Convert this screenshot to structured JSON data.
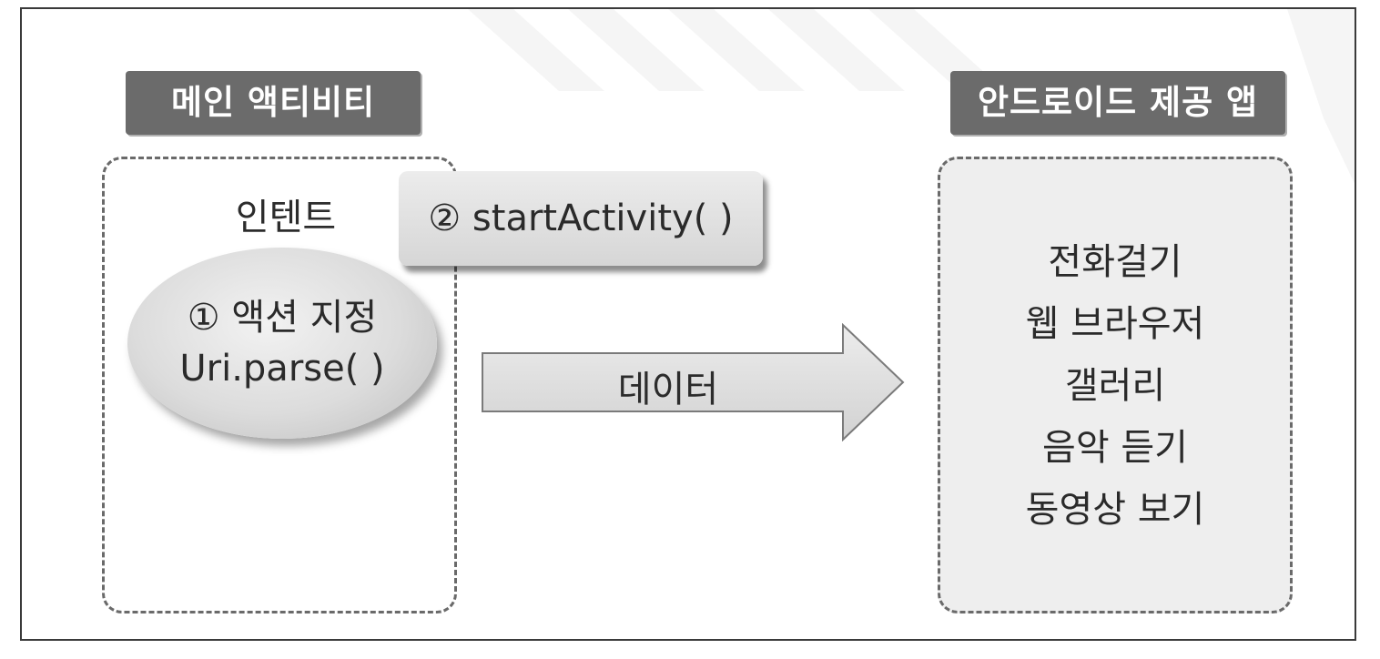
{
  "left_panel": {
    "title": "메인 액티비티",
    "intent_label": "인텐트",
    "ellipse_lines": [
      "① 액션 지정",
      "Uri.parse( )"
    ]
  },
  "start_activity": {
    "label": "② startActivity( )"
  },
  "arrow": {
    "label": "데이터"
  },
  "right_panel": {
    "title": "안드로이드 제공 앱",
    "apps": [
      "전화걸기",
      "웹 브라우저",
      "갤러리",
      "음악 듣기",
      "동영상 보기"
    ]
  },
  "colors": {
    "title_badge": "#6b6b6b",
    "dashed_border": "#6a6a6a",
    "right_box_fill": "#eeeeee",
    "arrow_fill": "#e2e2e2"
  }
}
